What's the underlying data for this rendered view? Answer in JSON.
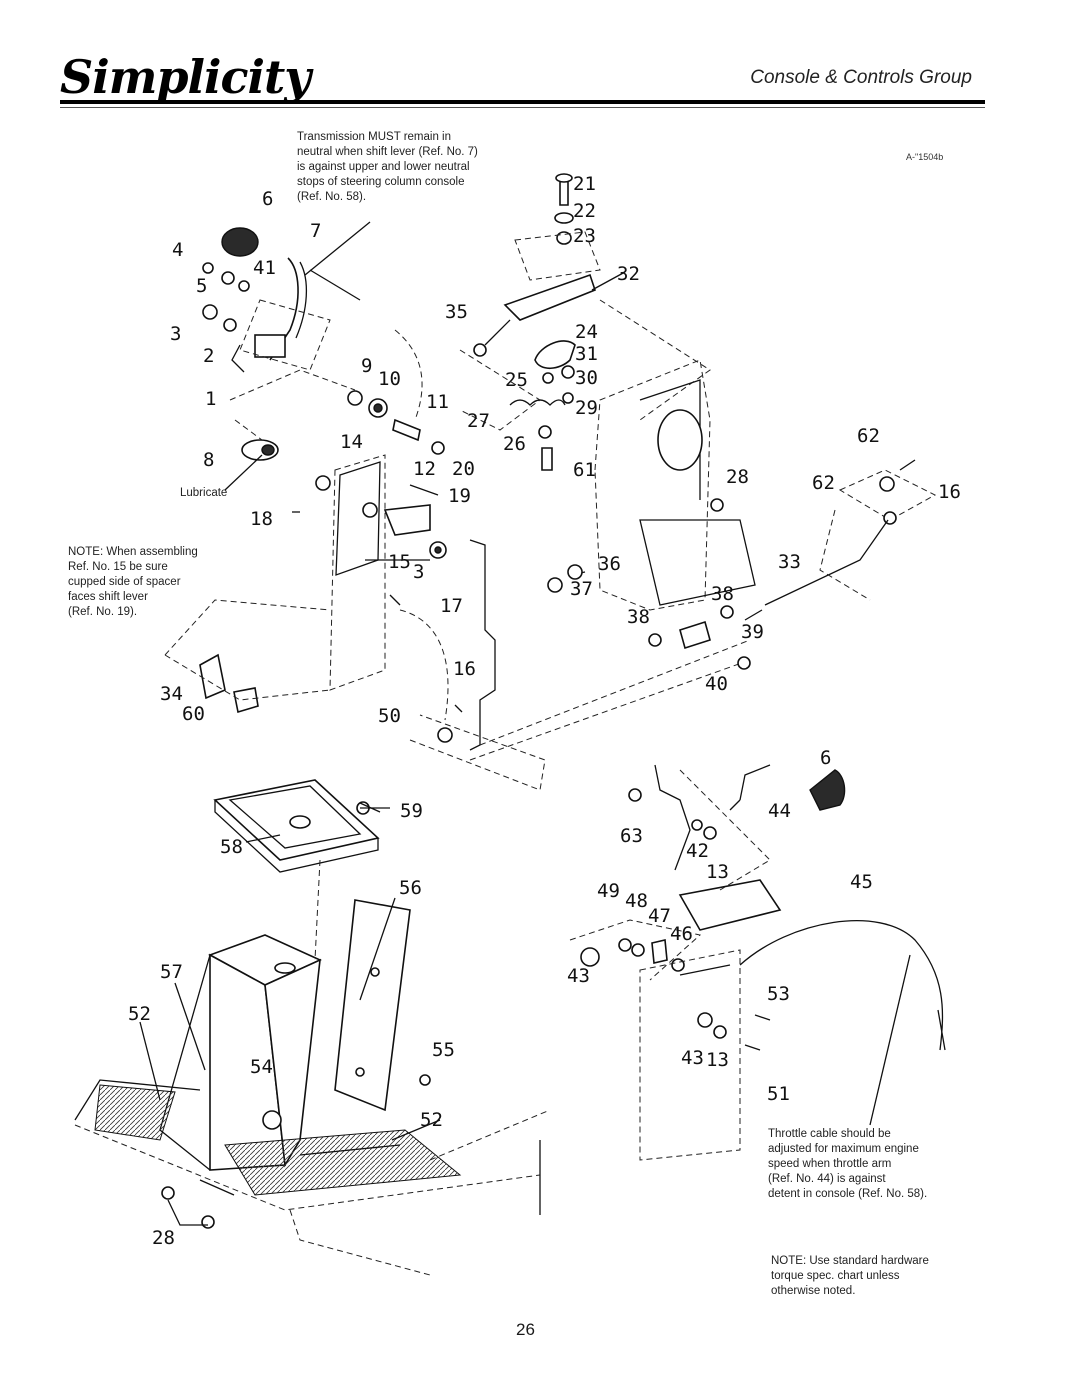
{
  "header": {
    "brand": "Simplicity",
    "section_title": "Console & Controls Group",
    "figure_id": "A-\"1504b"
  },
  "notes": {
    "transmission": [
      "Transmission MUST remain in",
      "neutral when shift lever (Ref. No. 7)",
      "is against upper and lower neutral",
      "stops of steering column console",
      "(Ref. No. 58)."
    ],
    "lubricate": "Lubricate",
    "spacer": [
      "NOTE: When assembling",
      "Ref. No. 15 be sure",
      "cupped side of spacer",
      "faces shift lever",
      "(Ref. No. 19)."
    ],
    "throttle": [
      "Throttle cable should be",
      "adjusted for maximum engine",
      "speed when throttle arm",
      "(Ref. No. 44) is against",
      "detent in console (Ref. No. 58)."
    ],
    "hardware": [
      "NOTE: Use standard hardware",
      "torque spec. chart unless",
      "otherwise noted."
    ]
  },
  "callouts": [
    "1",
    "2",
    "3",
    "4",
    "5",
    "6",
    "7",
    "8",
    "9",
    "10",
    "11",
    "12",
    "13",
    "14",
    "15",
    "16",
    "17",
    "18",
    "19",
    "20",
    "21",
    "22",
    "23",
    "24",
    "25",
    "26",
    "27",
    "28",
    "29",
    "30",
    "31",
    "32",
    "33",
    "34",
    "35",
    "36",
    "37",
    "38",
    "39",
    "40",
    "41",
    "42",
    "43",
    "44",
    "45",
    "46",
    "47",
    "48",
    "49",
    "50",
    "51",
    "52",
    "53",
    "54",
    "55",
    "56",
    "57",
    "58",
    "59",
    "60",
    "61",
    "62",
    "63"
  ],
  "footer": {
    "page_number": "26"
  }
}
